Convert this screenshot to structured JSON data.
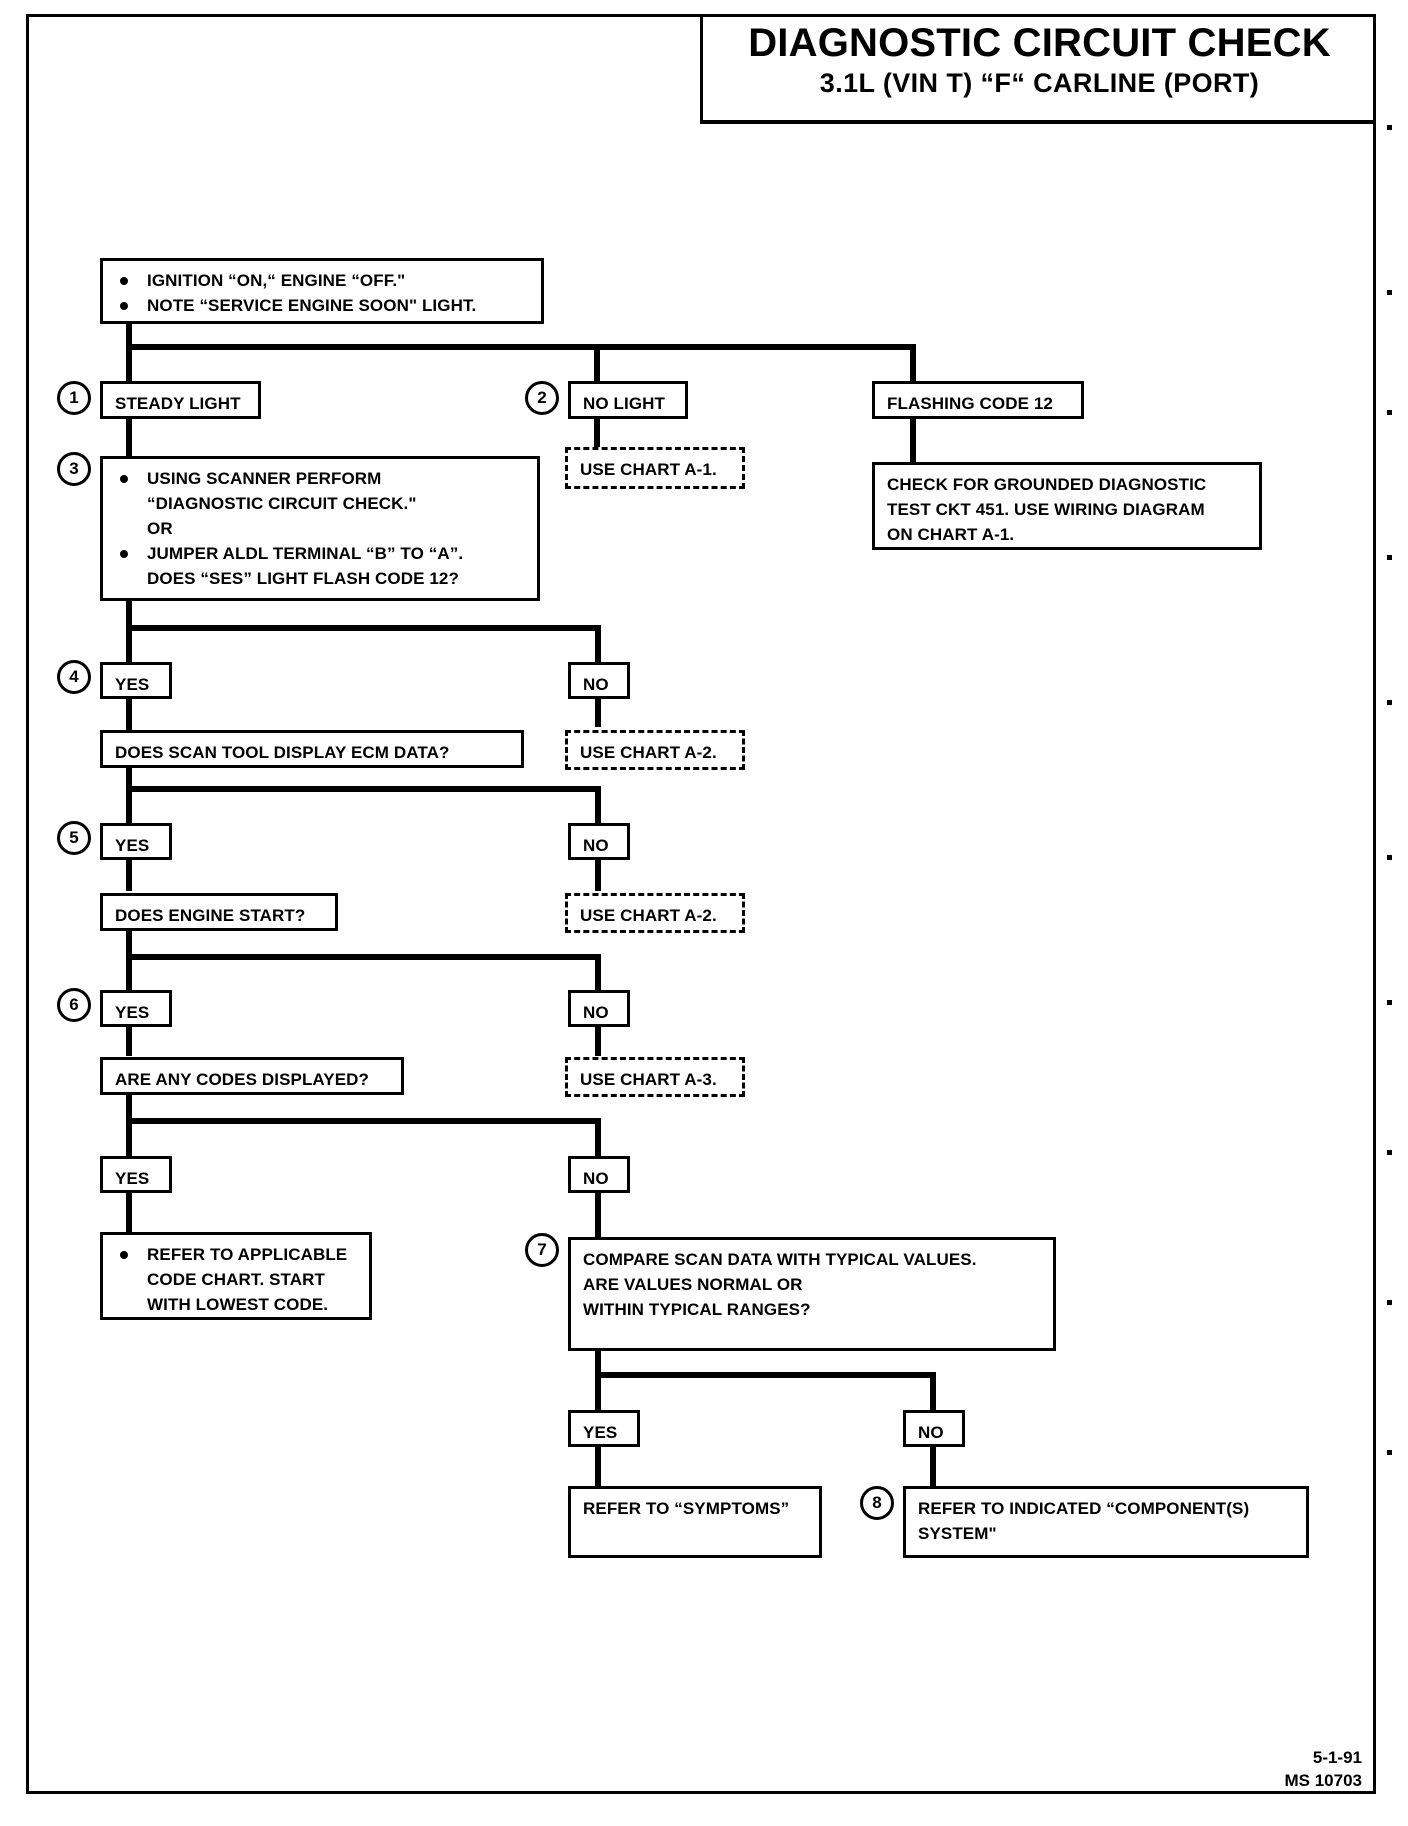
{
  "header": {
    "title": "DIAGNOSTIC CIRCUIT CHECK",
    "subtitle": "3.1L  (VIN T)  “F“  CARLINE  (PORT)"
  },
  "footer": {
    "date": "5-1-91",
    "doc_id": "MS 10703"
  },
  "steps": {
    "n1": "1",
    "n2": "2",
    "n3": "3",
    "n4": "4",
    "n5": "5",
    "n6": "6",
    "n7": "7",
    "n8": "8"
  },
  "nodes": {
    "start": {
      "line1": "IGNITION “ON,“ ENGINE  “OFF.\"",
      "line2": "NOTE “SERVICE ENGINE SOON\" LIGHT."
    },
    "steady_light": "STEADY LIGHT",
    "no_light": "NO LIGHT",
    "flashing_code_12": "FLASHING CODE 12",
    "use_chart_a1": "USE CHART A-1.",
    "check_grounded": {
      "line1": "CHECK FOR GROUNDED DIAGNOSTIC",
      "line2": "TEST CKT 451.  USE WIRING DIAGRAM",
      "line3": "ON CHART A-1."
    },
    "scanner_perform": {
      "line1": "USING  SCANNER  PERFORM",
      "line2": "“DIAGNOSTIC CIRCUIT CHECK.\"",
      "line3": "OR",
      "line4": "JUMPER ALDL TERMINAL “B” TO “A”.",
      "line5": "DOES “SES” LIGHT FLASH CODE 12?"
    },
    "yes4": "YES",
    "no4": "NO",
    "scan_tool_ecm": "DOES SCAN TOOL  DISPLAY ECM DATA?",
    "use_chart_a2_a": "USE CHART A-2.",
    "yes5": "YES",
    "no5": "NO",
    "engine_start": "DOES ENGINE START?",
    "use_chart_a2_b": "USE CHART A-2.",
    "yes6": "YES",
    "no6": "NO",
    "codes_displayed": "ARE ANY CODES DISPLAYED?",
    "use_chart_a3": "USE CHART A-3.",
    "yes7": "YES",
    "no7": "NO",
    "refer_code_chart": {
      "line1": "REFER TO APPLICABLE",
      "line2": "CODE CHART.  START",
      "line3": "WITH LOWEST CODE."
    },
    "compare_scan_data": {
      "line1": "COMPARE SCAN DATA WITH TYPICAL VALUES.",
      "line2": "ARE VALUES NORMAL OR",
      "line3": "WITHIN TYPICAL RANGES?"
    },
    "yes8": "YES",
    "no8": "NO",
    "refer_symptoms": "REFER TO “SYMPTOMS”",
    "refer_component": {
      "line1": "REFER TO INDICATED “COMPONENT(S)",
      "line2": "SYSTEM\""
    }
  },
  "colors": {
    "ink": "#000000",
    "paper": "#ffffff"
  }
}
